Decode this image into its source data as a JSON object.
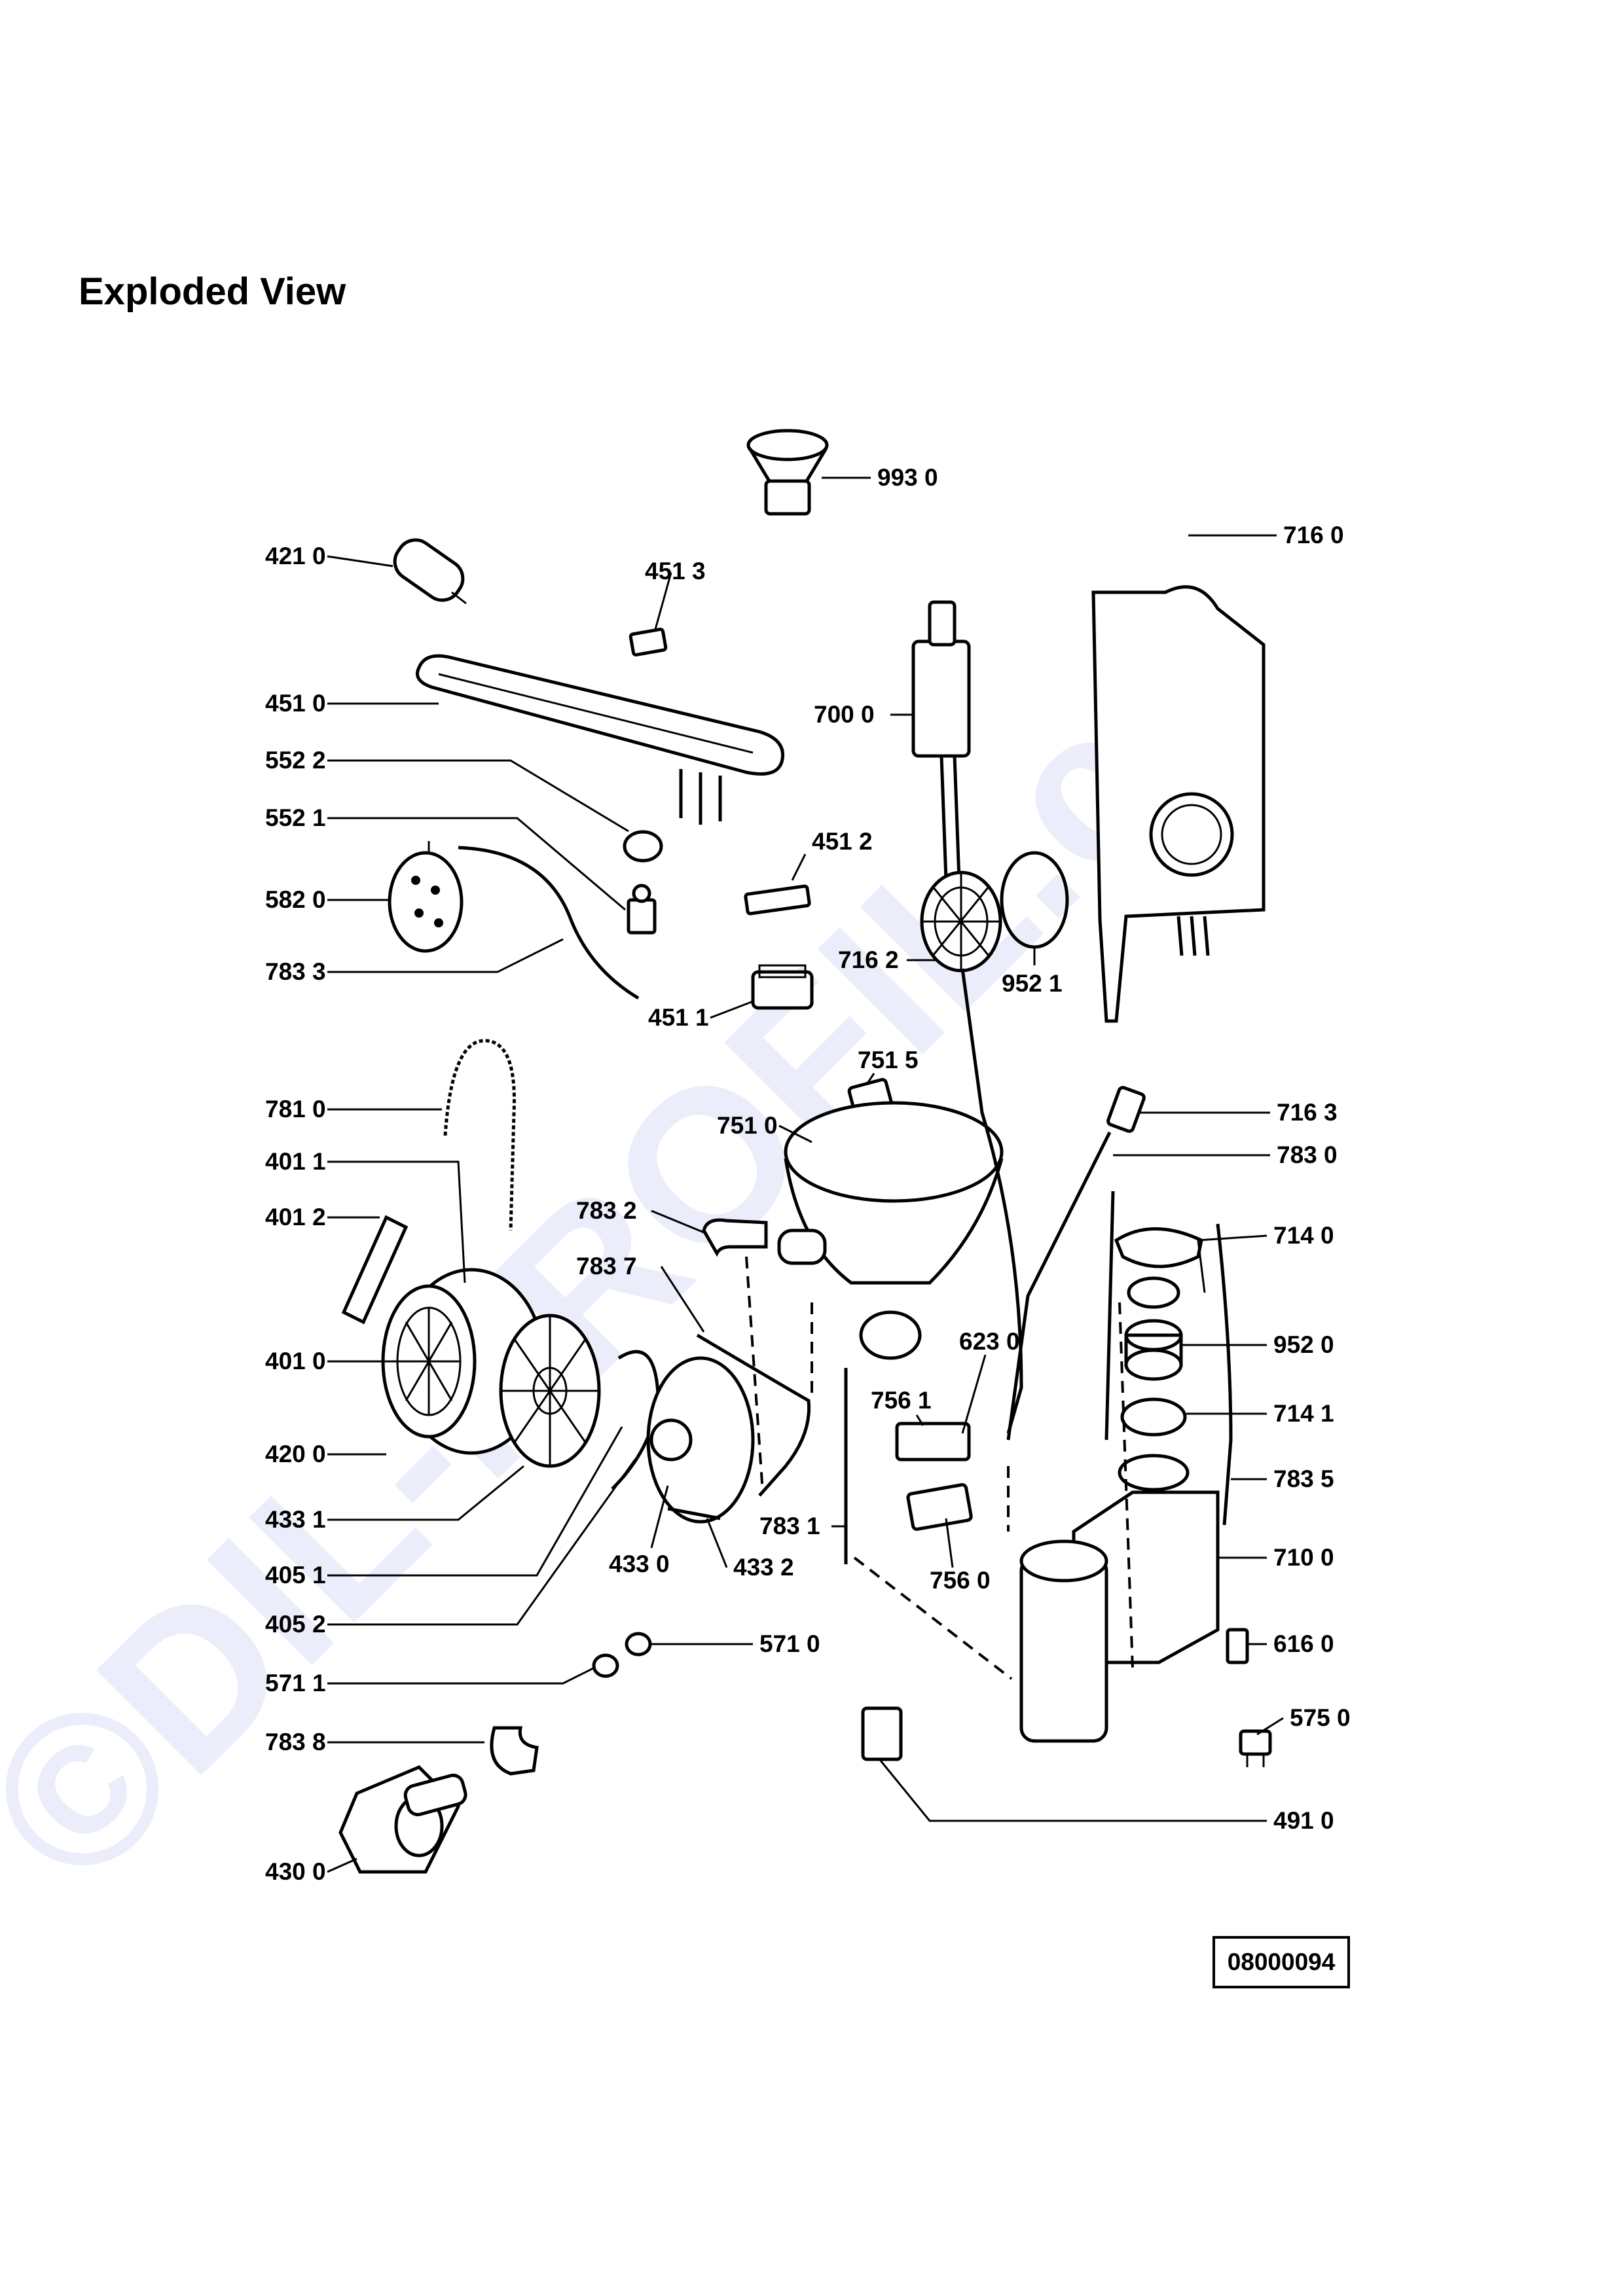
{
  "title": "Exploded View",
  "drawing_number": "08000094",
  "watermark": "©DIL-PROFIL.cz",
  "parts": {
    "p9930": "993 0",
    "p4210": "421 0",
    "p4513": "451 3",
    "p7160": "716 0",
    "p4510": "451 0",
    "p7000": "700 0",
    "p5522": "552 2",
    "p5521": "552 1",
    "p4512": "451 2",
    "p5820": "582 0",
    "p7162": "716 2",
    "p9521": "952 1",
    "p7833": "783 3",
    "p4511": "451 1",
    "p7515": "751 5",
    "p7810": "781 0",
    "p7510": "751 0",
    "p7163": "716 3",
    "p4011": "401 1",
    "p7830": "783 0",
    "p4012": "401 2",
    "p7832": "783 2",
    "p7140": "714 0",
    "p7837": "783 7",
    "p9520": "952 0",
    "p4010": "401 0",
    "p6230": "623 0",
    "p7561": "756 1",
    "p7141": "714 1",
    "p4200": "420 0",
    "p7835": "783 5",
    "p4331": "433 1",
    "p7831": "783 1",
    "p4330": "433 0",
    "p7100": "710 0",
    "p4332": "433 2",
    "p7560": "756 0",
    "p4051": "405 1",
    "p4052": "405 2",
    "p5710": "571 0",
    "p6160": "616 0",
    "p5711": "571 1",
    "p5750": "575 0",
    "p7838": "783 8",
    "p4910": "491 0",
    "p4300": "430 0"
  }
}
